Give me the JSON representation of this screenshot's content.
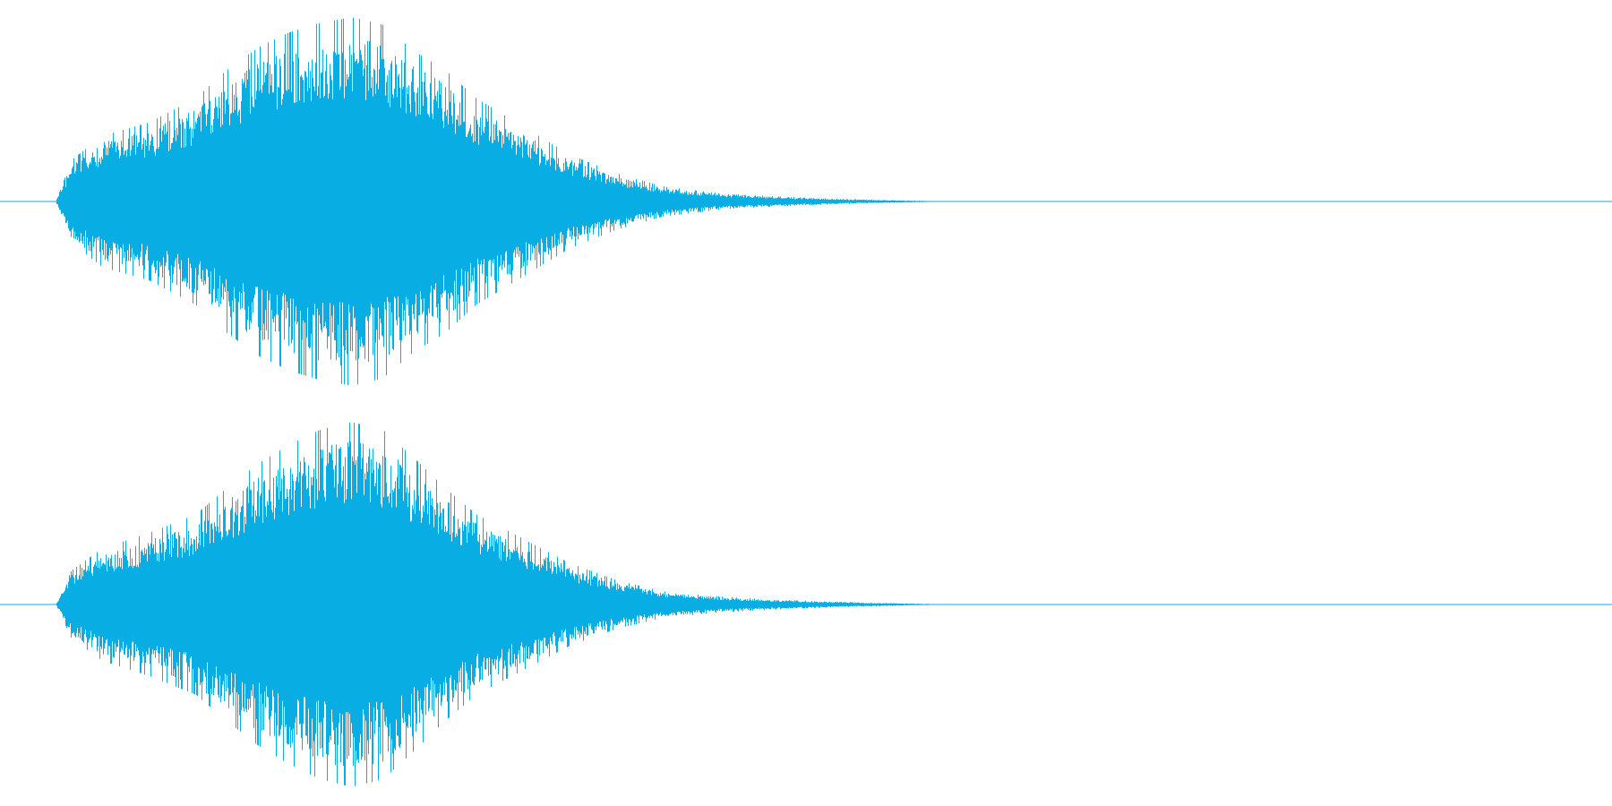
{
  "waveform": {
    "color": "#08AEE3",
    "background": "#FFFFFF",
    "channels": [
      {
        "name": "",
        "envelope": [
          [
            0.0,
            0.0
          ],
          [
            0.01,
            0.22
          ],
          [
            0.03,
            0.35
          ],
          [
            0.06,
            0.42
          ],
          [
            0.09,
            0.55
          ],
          [
            0.11,
            0.7
          ],
          [
            0.13,
            0.82
          ],
          [
            0.15,
            0.9
          ],
          [
            0.17,
            0.95
          ],
          [
            0.19,
            0.98
          ],
          [
            0.21,
            0.94
          ],
          [
            0.23,
            0.8
          ],
          [
            0.25,
            0.7
          ],
          [
            0.27,
            0.55
          ],
          [
            0.3,
            0.4
          ],
          [
            0.33,
            0.25
          ],
          [
            0.36,
            0.15
          ],
          [
            0.39,
            0.08
          ],
          [
            0.43,
            0.04
          ],
          [
            0.48,
            0.02
          ],
          [
            0.52,
            0.01
          ],
          [
            0.55,
            0.005
          ],
          [
            0.58,
            0.0
          ]
        ]
      },
      {
        "name": "",
        "envelope": [
          [
            0.0,
            0.0
          ],
          [
            0.01,
            0.18
          ],
          [
            0.03,
            0.3
          ],
          [
            0.06,
            0.38
          ],
          [
            0.09,
            0.48
          ],
          [
            0.11,
            0.62
          ],
          [
            0.13,
            0.75
          ],
          [
            0.15,
            0.85
          ],
          [
            0.17,
            0.93
          ],
          [
            0.19,
            0.97
          ],
          [
            0.21,
            0.93
          ],
          [
            0.23,
            0.78
          ],
          [
            0.25,
            0.62
          ],
          [
            0.27,
            0.48
          ],
          [
            0.3,
            0.35
          ],
          [
            0.33,
            0.22
          ],
          [
            0.36,
            0.13
          ],
          [
            0.39,
            0.07
          ],
          [
            0.43,
            0.04
          ],
          [
            0.48,
            0.02
          ],
          [
            0.52,
            0.01
          ],
          [
            0.55,
            0.005
          ],
          [
            0.58,
            0.0
          ]
        ]
      }
    ]
  }
}
